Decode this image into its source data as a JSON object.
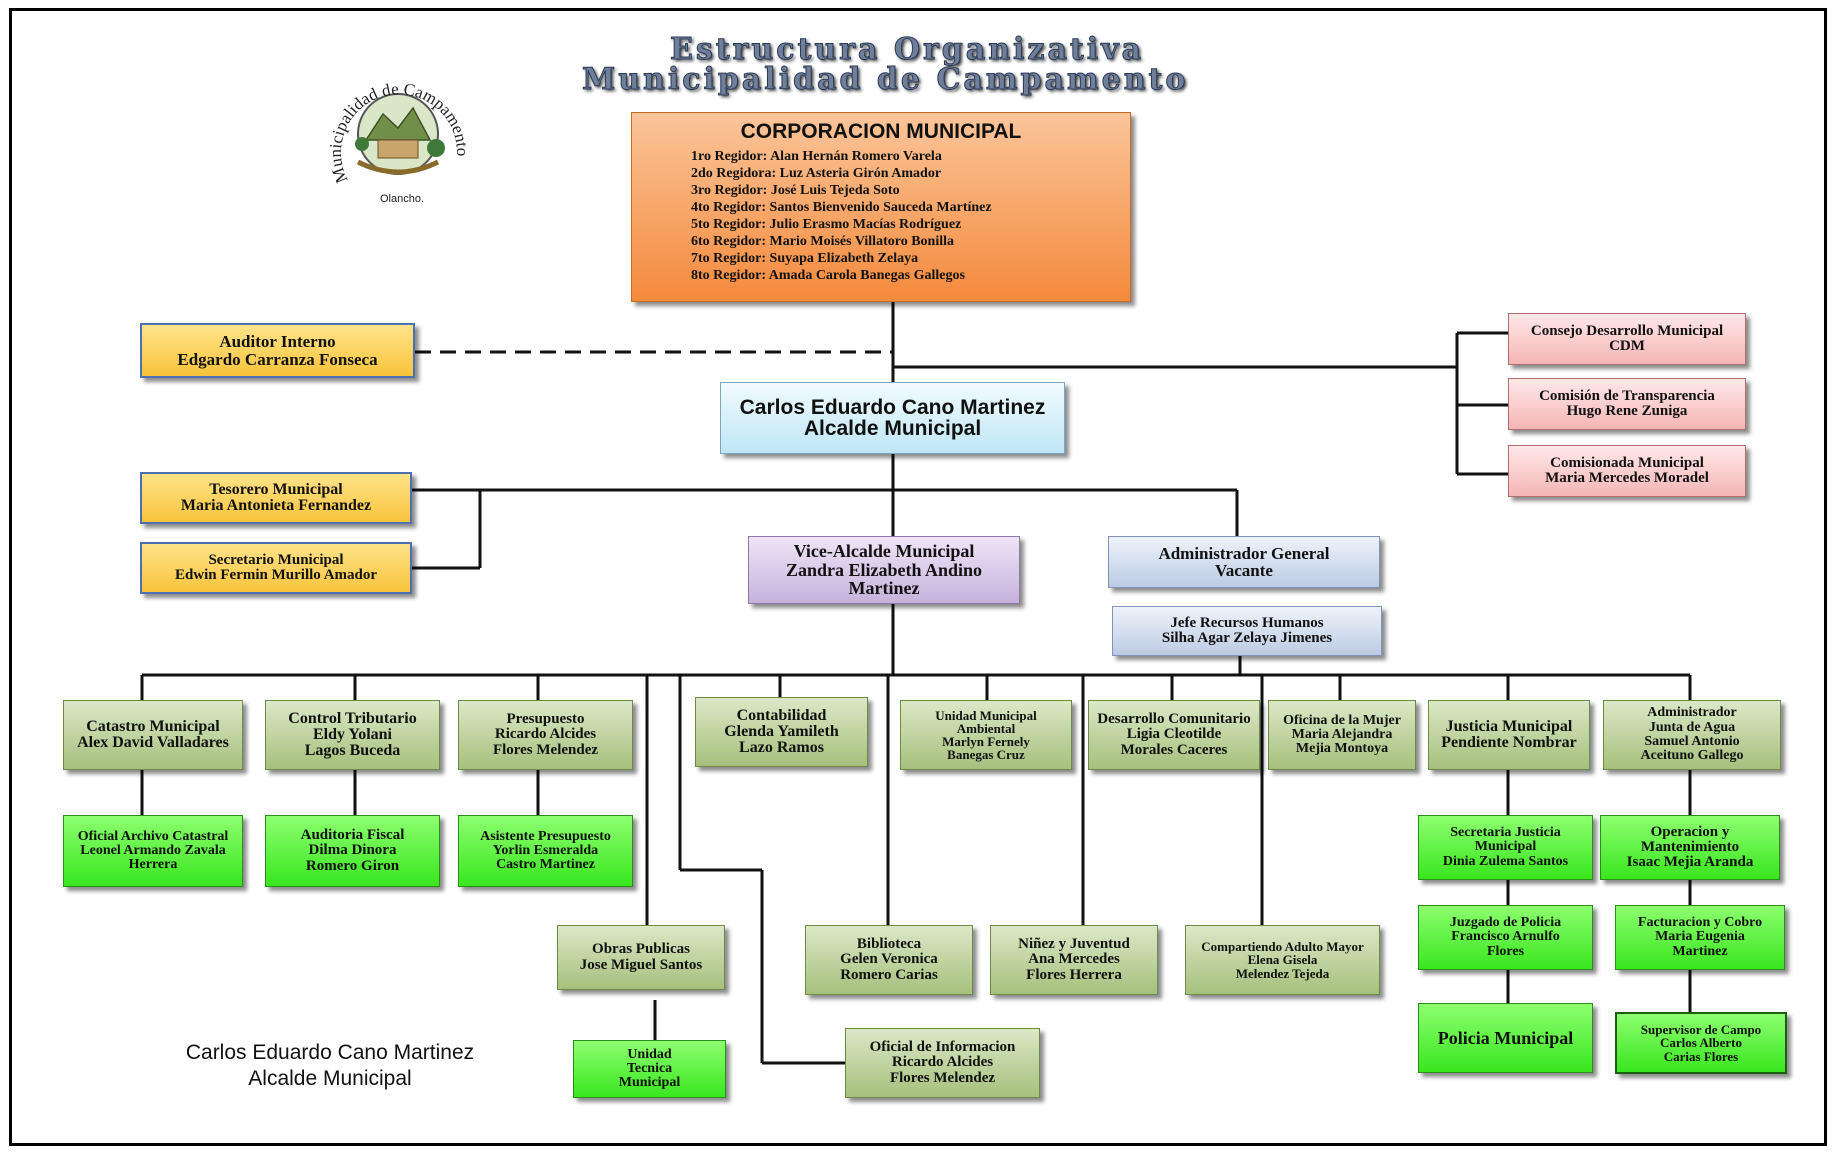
{
  "title": {
    "line1": "Estructura Organizativa",
    "line2": "Municipalidad de Campamento"
  },
  "logo": {
    "ring_text": "Municipalidad de Campamento",
    "caption": "Olancho."
  },
  "corporacion": {
    "heading": "CORPORACION MUNICIPAL",
    "members": [
      "1ro Regidor: Alan Hernán Romero Varela",
      "2do Regidora: Luz Asteria Girón Amador",
      "3ro Regidor: José Luis Tejeda Soto",
      "4to Regidor: Santos Bienvenido Sauceda Martínez",
      "5to Regidor: Julio Erasmo Macías Rodríguez",
      "6to Regidor: Mario Moisés Villatoro Bonilla",
      "7to Regidor: Suyapa Elizabeth Zelaya",
      "8to Regidor: Amada Carola Banegas  Gallegos"
    ]
  },
  "auditor": {
    "line1": "Auditor Interno",
    "line2": "Edgardo Carranza Fonseca"
  },
  "right_boxes": [
    {
      "line1": "Consejo Desarrollo Municipal",
      "line2": "CDM"
    },
    {
      "line1": "Comisión de Transparencia",
      "line2": "Hugo Rene Zuniga"
    },
    {
      "line1": "Comisionada Municipal",
      "line2": "Maria Mercedes Moradel"
    }
  ],
  "alcalde": {
    "line1": "Carlos Eduardo Cano Martinez",
    "line2": "Alcalde Municipal"
  },
  "tesorero": {
    "line1": "Tesorero Municipal",
    "line2": "Maria Antonieta Fernandez"
  },
  "secretario": {
    "line1": "Secretario Municipal",
    "line2": "Edwin Fermin Murillo Amador"
  },
  "vice": {
    "line1": "Vice-Alcalde Municipal",
    "line2": "Zandra Elizabeth Andino Martinez"
  },
  "administrador": {
    "line1": "Administrador General",
    "line2": "Vacante"
  },
  "rrhh": {
    "line1": "Jefe Recursos Humanos",
    "line2": "Silha Agar Zelaya Jimenes"
  },
  "departments": [
    {
      "lines": [
        "Catastro Municipal",
        "Alex David Valladares"
      ]
    },
    {
      "lines": [
        "Control Tributario",
        "Eldy Yolani",
        "Lagos Buceda"
      ]
    },
    {
      "lines": [
        "Presupuesto",
        "Ricardo Alcides",
        "Flores Melendez"
      ]
    },
    {
      "lines": [
        "Contabilidad",
        "Glenda Yamileth",
        "Lazo Ramos"
      ]
    },
    {
      "lines": [
        "Unidad Municipal",
        "Ambiental",
        "Marlyn Fernely",
        "Banegas Cruz"
      ]
    },
    {
      "lines": [
        "Desarrollo Comunitario",
        "Ligia Cleotilde",
        "Morales Caceres"
      ]
    },
    {
      "lines": [
        "Oficina de la Mujer",
        "Maria Alejandra",
        "Mejia Montoya"
      ]
    },
    {
      "lines": [
        "Justicia Municipal",
        "Pendiente Nombrar"
      ]
    },
    {
      "lines": [
        "Administrador",
        "Junta de Agua",
        "Samuel Antonio",
        "Aceituno Gallego"
      ]
    }
  ],
  "sub_units": {
    "archivo": [
      "Oficial Archivo Catastral",
      "Leonel Armando Zavala",
      "Herrera"
    ],
    "auditoria": [
      "Auditoria Fiscal",
      "Dilma Dinora",
      "Romero Giron"
    ],
    "asistente": [
      "Asistente Presupuesto",
      "Yorlin Esmeralda",
      "Castro Martinez"
    ],
    "obras": [
      "Obras Publicas",
      "Jose Miguel Santos"
    ],
    "utm": [
      "Unidad",
      "Tecnica",
      "Municipal"
    ],
    "informacion": [
      "Oficial de Informacion",
      "Ricardo Alcides",
      "Flores Melendez"
    ],
    "biblioteca": [
      "Biblioteca",
      "Gelen Veronica",
      "Romero Carias"
    ],
    "ninez": [
      "Niñez y Juventud",
      "Ana Mercedes",
      "Flores Herrera"
    ],
    "adulto": [
      "Compartiendo Adulto Mayor",
      "Elena Gisela",
      "Melendez Tejeda"
    ],
    "sec_justicia": [
      "Secretaria Justicia",
      "Municipal",
      "Dinia Zulema Santos"
    ],
    "juzgado": [
      "Juzgado de Policia",
      "Francisco Arnulfo",
      "Flores"
    ],
    "policia": [
      "Policia Municipal"
    ],
    "operacion": [
      "Operacion y",
      "Mantenimiento",
      "Isaac Mejia Aranda"
    ],
    "facturacion": [
      "Facturacion y Cobro",
      "Maria Eugenia",
      "Martinez"
    ],
    "supervisor": [
      "Supervisor de Campo",
      "Carlos Alberto",
      "Carias Flores"
    ]
  },
  "signature": {
    "line1": "Carlos Eduardo Cano Martinez",
    "line2": "Alcalde Municipal"
  }
}
